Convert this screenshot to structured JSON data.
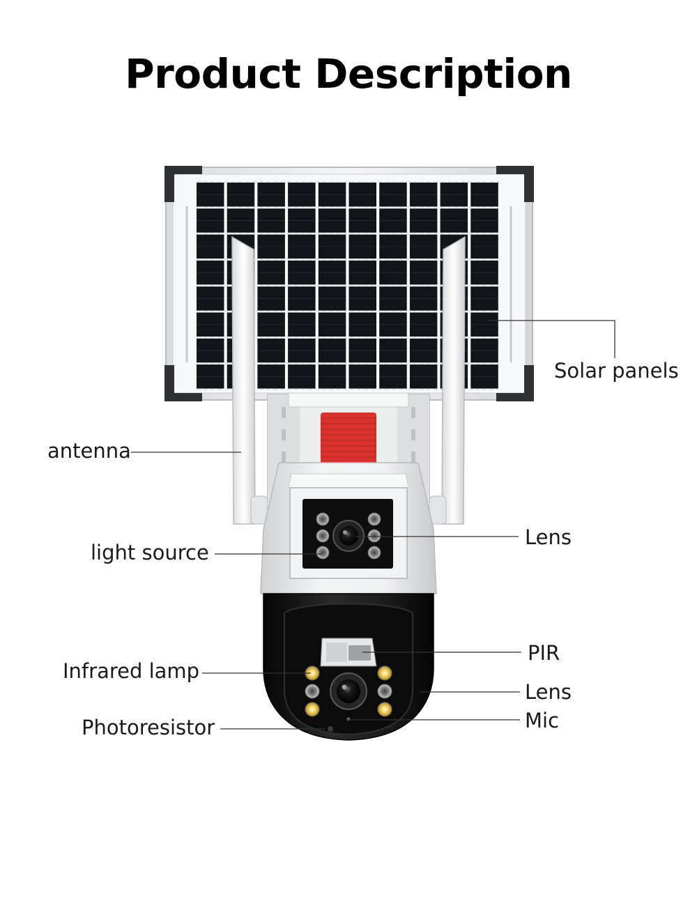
{
  "title": "Product Description",
  "labels": {
    "solar_panels": "Solar panels",
    "antenna": "antenna",
    "light_source": "light source",
    "lens_upper": "Lens",
    "pir": "PIR",
    "infrared_lamp": "Infrared lamp",
    "lens_lower": "Lens",
    "photoresistor": "Photoresistor",
    "mic": "Mic"
  },
  "colors": {
    "panel_cell": "#111418",
    "panel_frame": "#e8eaec",
    "corner": "#2e3033",
    "body_white": "#ecedee",
    "body_black": "#141414",
    "accent_red": "#d8312e",
    "leader_line": "#333333"
  }
}
